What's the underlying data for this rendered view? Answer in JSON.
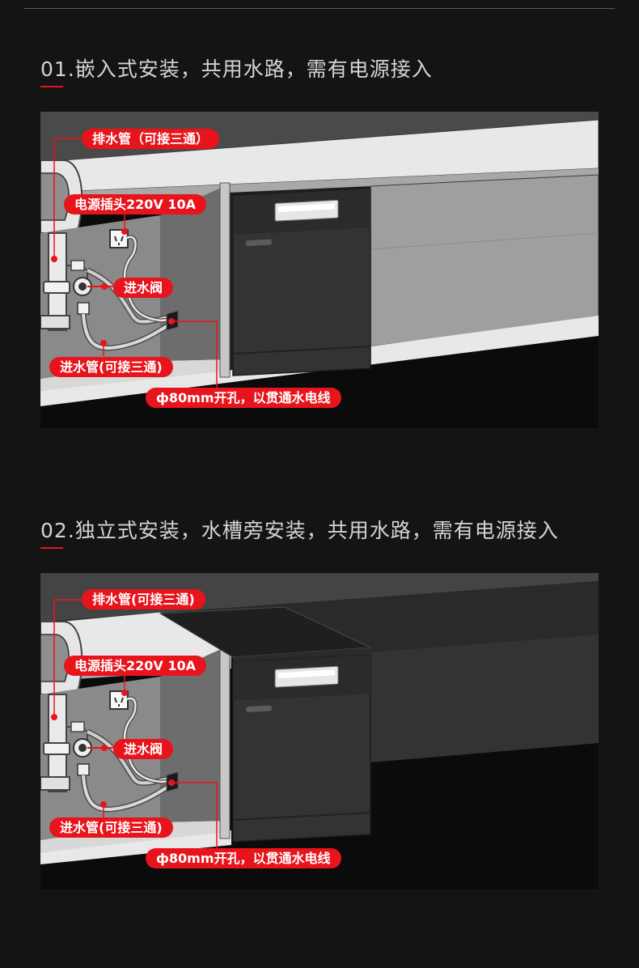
{
  "sections": [
    {
      "number": "01",
      "title": ".嵌入式安装，共用水路，需有电源接入",
      "scene": "embedded",
      "callouts": {
        "drain_pipe": "排水管（可接三通）",
        "power_plug": "电源插头220V 10A",
        "inlet_valve": "进水阀",
        "inlet_pipe": "进水管(可接三通)",
        "hole": "ф80mm开孔，以贯通水电线"
      }
    },
    {
      "number": "02",
      "title": ".独立式安装，水槽旁安装，共用水路，需有电源接入",
      "scene": "freestanding",
      "callouts": {
        "drain_pipe": "排水管(可接三通)",
        "power_plug": "电源插头220V 10A",
        "inlet_valve": "进水阀",
        "inlet_pipe": "进水管(可接三通)",
        "hole": "ф80mm开孔，以贯通水电线"
      }
    }
  ],
  "colors": {
    "accent": "#e8141c",
    "background": "#141414",
    "title_text": "#d4d4d4"
  }
}
